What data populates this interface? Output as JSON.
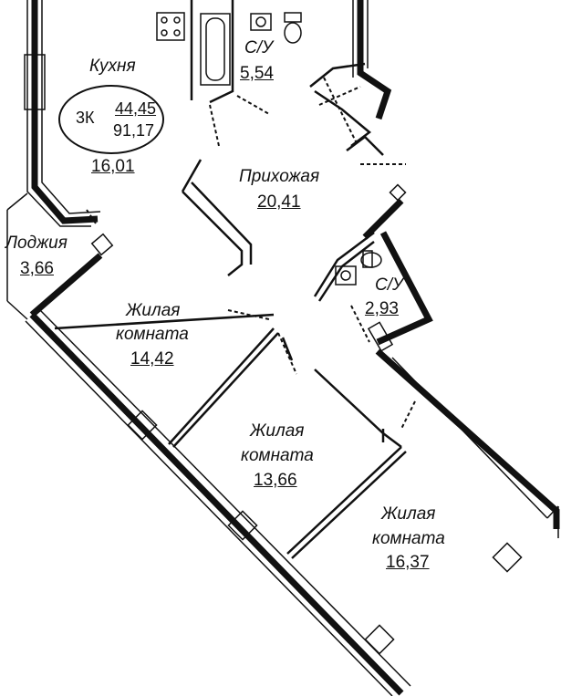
{
  "summary": {
    "rooms": "3К",
    "living_area": "44,45",
    "total_area": "91,17"
  },
  "rooms": {
    "kitchen": {
      "name": "Кухня",
      "area": "16,01"
    },
    "bathroom1": {
      "name": "С/У",
      "area": "5,54"
    },
    "hallway": {
      "name": "Прихожая",
      "area": "20,41"
    },
    "loggia": {
      "name": "Лоджия",
      "area": "3,66"
    },
    "bathroom2": {
      "name": "С/У",
      "area": "2,93"
    },
    "living1": {
      "name_line1": "Жилая",
      "name_line2": "комната",
      "area": "14,42"
    },
    "living2": {
      "name_line1": "Жилая",
      "name_line2": "комната",
      "area": "13,66"
    },
    "living3": {
      "name_line1": "Жилая",
      "name_line2": "комната",
      "area": "16,37"
    }
  }
}
